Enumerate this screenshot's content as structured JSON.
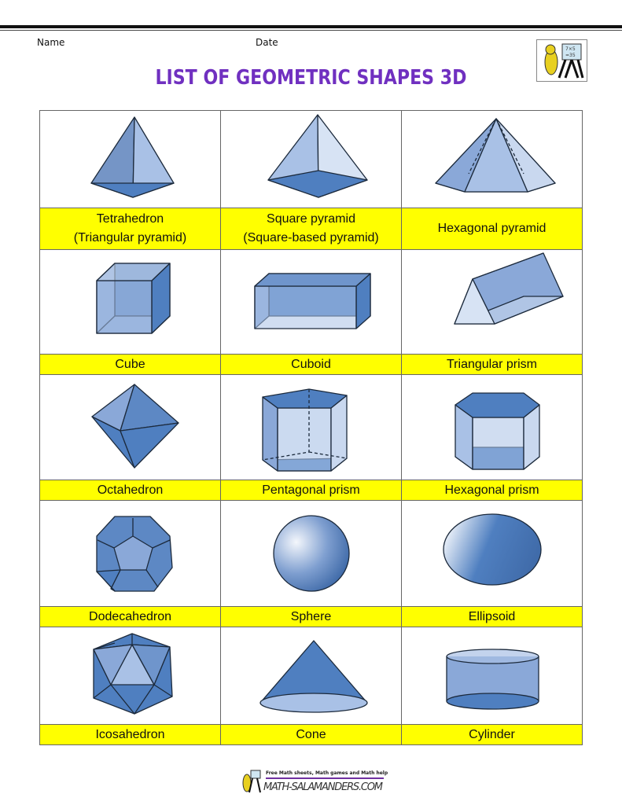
{
  "header": {
    "name_label": "Name",
    "date_label": "Date",
    "title": "LIST OF GEOMETRIC SHAPES 3D"
  },
  "shapes": [
    {
      "label": "Tetrahedron",
      "sub": "(Triangular pyramid)"
    },
    {
      "label": "Square pyramid",
      "sub": "(Square-based pyramid)"
    },
    {
      "label": "Hexagonal pyramid"
    },
    {
      "label": "Cube"
    },
    {
      "label": "Cuboid"
    },
    {
      "label": "Triangular prism"
    },
    {
      "label": "Octahedron"
    },
    {
      "label": "Pentagonal prism"
    },
    {
      "label": "Hexagonal prism"
    },
    {
      "label": "Dodecahedron"
    },
    {
      "label": "Sphere"
    },
    {
      "label": "Ellipsoid"
    },
    {
      "label": "Icosahedron"
    },
    {
      "label": "Cone"
    },
    {
      "label": "Cylinder"
    }
  ],
  "footer": {
    "tagline": "Free Math sheets, Math games and Math help",
    "logo_text": "MATH-SALAMANDERS.COM"
  },
  "colors": {
    "label_bg": "#ffff00",
    "title": "#7030c0",
    "shape_dark": "#4f7fc0",
    "shape_light": "#a9c1e6"
  }
}
